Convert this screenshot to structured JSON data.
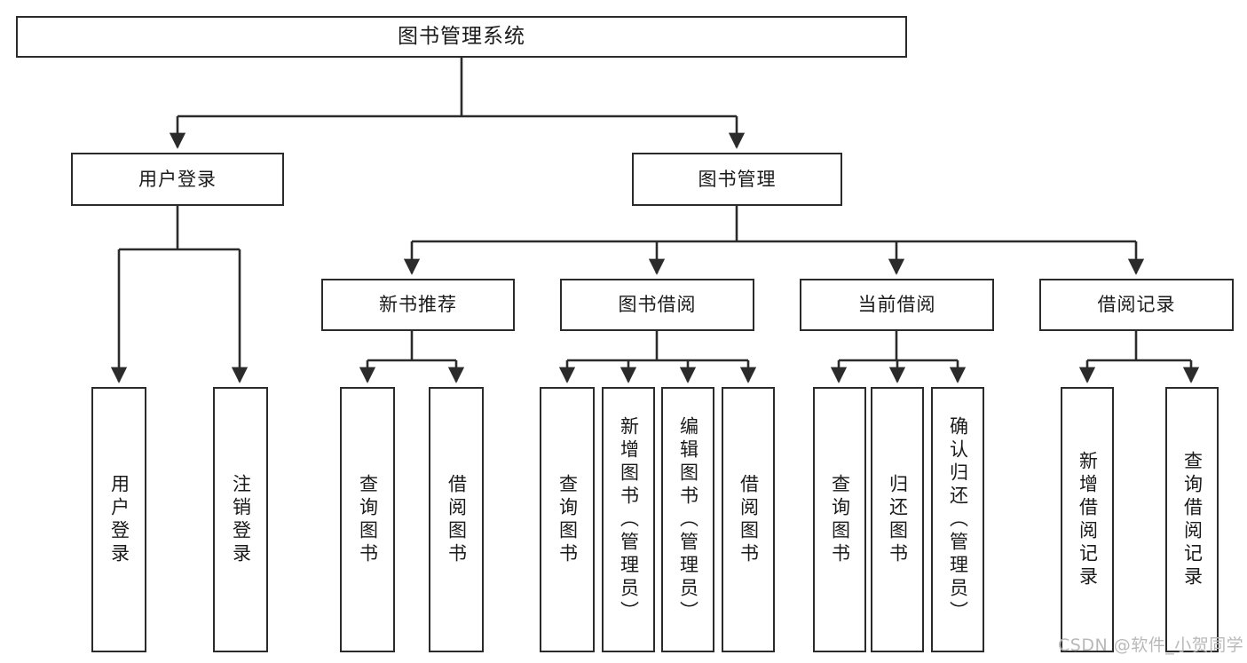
{
  "diagram": {
    "title": "图书管理系统",
    "type": "tree-hierarchy",
    "orientation": "top-down",
    "line_color": "#2b2b2b",
    "box_fill": "#ffffff",
    "text_color": "#1a1a1a",
    "watermark": "CSDN @软件_小贺同学"
  },
  "nodes": {
    "root": {
      "label": "图书管理系统"
    },
    "level1": [
      {
        "label": "用户登录"
      },
      {
        "label": "图书管理"
      }
    ],
    "level2": [
      {
        "label": "新书推荐"
      },
      {
        "label": "图书借阅"
      },
      {
        "label": "当前借阅"
      },
      {
        "label": "借阅记录"
      }
    ],
    "leaves": {
      "user_login": [
        {
          "label": "用户登录"
        },
        {
          "label": "注销登录"
        }
      ],
      "new_book_recommend": [
        {
          "label": "查询图书"
        },
        {
          "label": "借阅图书"
        }
      ],
      "book_borrow": [
        {
          "label": "查询图书"
        },
        {
          "label": "新增图书（管理员）"
        },
        {
          "label": "编辑图书（管理员）"
        },
        {
          "label": "借阅图书"
        }
      ],
      "current_borrow": [
        {
          "label": "查询图书"
        },
        {
          "label": "归还图书"
        },
        {
          "label": "确认归还（管理员）"
        }
      ],
      "borrow_record": [
        {
          "label": "新增借阅记录"
        },
        {
          "label": "查询借阅记录"
        }
      ]
    }
  }
}
